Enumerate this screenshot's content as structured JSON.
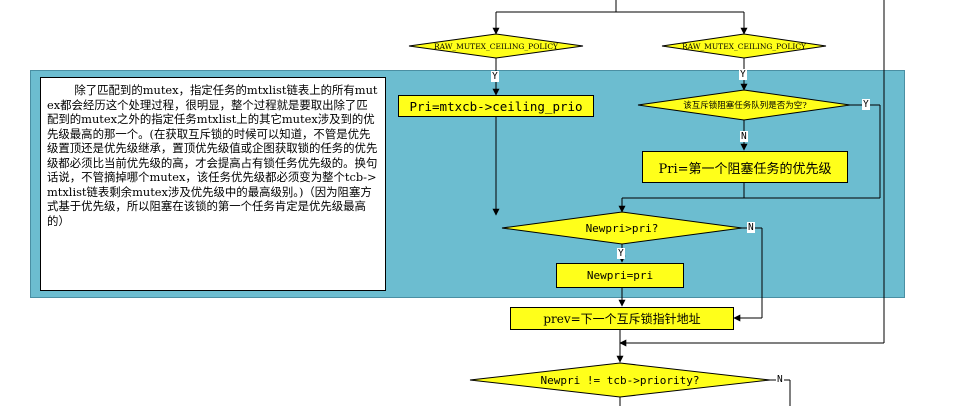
{
  "diagram": {
    "note_text": "除了匹配到的mutex，指定任务的mtxlist链表上的所有mutex都会经历这个处理过程，很明显，整个过程就是要取出除了匹配到的mutex之外的指定任务mtxlist上的其它mutex涉及到的优先级最高的那一个。(在获取互斥锁的时候可以知道，不管是优先级置顶还是优先级继承，置顶优先级值或企图获取锁的任务的优先级都必须比当前优先级的高，才会提高占有锁任务优先级的。换句话说，不管摘掉哪个mutex，该任务优先级都必须变为整个tcb->mtxlist链表剩余mutex涉及优先级中的最高级别。)（因为阻塞方式基于优先级，所以阻塞在该锁的第一个任务肯定是优先级最高的）",
    "decisions": {
      "left_policy": "RAW_MUTEX_CEILING_POLICY",
      "right_policy": "RAW_MUTEX_CEILING_POLICY",
      "block_queue_empty": "该互斥锁阻塞任务队列是否为空?",
      "newpri_gt_pri": "Newpri>pri?",
      "newpri_ne_priority": "Newpri != tcb->priority?"
    },
    "processes": {
      "ceiling_prio": "Pri=mtxcb->ceiling_prio",
      "first_blocked": "Pri=第一个阻塞任务的优先级",
      "newpri_assign": "Newpri=pri",
      "prev_next": "prev=下一个互斥锁指针地址"
    },
    "labels": {
      "left_yes": "Y",
      "right_yes": "Y",
      "queue_yes": "Y",
      "queue_no": "N",
      "gt_yes": "Y",
      "gt_no": "N",
      "ne_no": "N"
    }
  }
}
